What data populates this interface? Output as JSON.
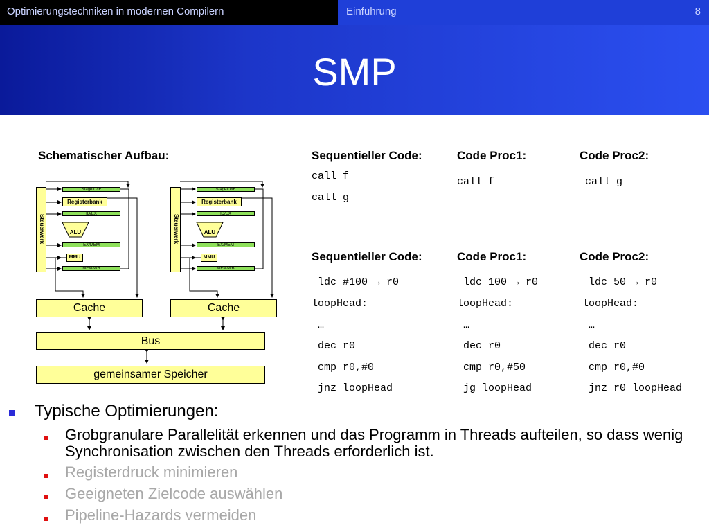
{
  "header": {
    "course": "Optimierungstechniken in modernen Compilern",
    "section": "Einführung",
    "page": "8"
  },
  "slide": {
    "title": "SMP"
  },
  "diagram": {
    "heading": "Schematischer Aufbau:",
    "cpu": {
      "steuerwerk": "Steuerwerk",
      "stage_if_id": "StageID/IF",
      "registerbank": "Registerbank",
      "stage_id_ex": "ID/EX",
      "alu": "ALU",
      "stage_ex_mem": "EX/MEM",
      "mmu": "MMU",
      "stage_mem_wb": "MEM/WB"
    },
    "cache": "Cache",
    "bus": "Bus",
    "memory": "gemeinsamer Speicher"
  },
  "code_top": {
    "headers": [
      "Sequentieller Code:",
      "Code Proc1:",
      "Code Proc2:"
    ],
    "sequential": [
      "call f",
      "call g"
    ],
    "proc1": [
      "call f"
    ],
    "proc2": [
      "call g"
    ]
  },
  "code_bottom": {
    "headers": [
      "Sequentieller Code:",
      "Code Proc1:",
      "Code Proc2:"
    ],
    "sequential": [
      " ldc #100 → r0",
      "loopHead:",
      " …",
      " dec r0",
      " cmp r0,#0",
      " jnz loopHead"
    ],
    "proc1": [
      " ldc 100 → r0",
      "loopHead:",
      " …",
      " dec r0",
      " cmp r0,#50",
      " jg loopHead"
    ],
    "proc2": [
      " ldc 50 → r0",
      "loopHead:",
      " …",
      " dec r0",
      " cmp r0,#0",
      " jnz r0 loopHead"
    ]
  },
  "bullets": {
    "main": "Typische Optimierungen:",
    "sub": [
      "Grobgranulare Parallelität erkennen und das Programm in Threads aufteilen, so dass wenig Synchronisation zwischen den Threads erforderlich ist.",
      "Registerdruck minimieren",
      "Geeigneten Zielcode auswählen",
      "Pipeline-Hazards vermeiden"
    ]
  },
  "colors": {
    "accent_blue": "#1f3fd8",
    "bullet_red": "#e01010",
    "muted_text": "#a8a8a8",
    "box_yellow": "#ffff99",
    "stage_green": "#8ee05a"
  }
}
